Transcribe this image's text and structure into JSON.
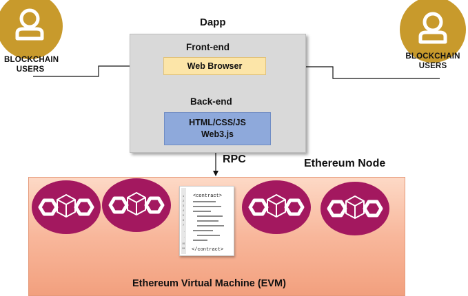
{
  "diagram": {
    "dapp_title": "Dapp",
    "frontend_label": "Front-end",
    "web_browser_label": "Web Browser",
    "backend_label": "Back-end",
    "backend_line1": "HTML/CSS/JS",
    "backend_line2": "Web3.js",
    "rpc_label": "RPC",
    "ethereum_node_label": "Ethereum Node",
    "evm_label": "Ethereum Virtual Machine (EVM)",
    "left_user": {
      "line1": "BLOCKCHAIN",
      "line2": "USERS"
    },
    "right_user": {
      "line1": "BLOCKCHAIN",
      "line2": "USERS"
    },
    "contract": {
      "open_tag": "<contract>",
      "close_tag": "</contract>",
      "line_numbers": [
        "1",
        "2",
        "3",
        "4",
        "5",
        "6",
        "7",
        ".",
        ".",
        "19",
        "20"
      ]
    }
  },
  "colors": {
    "user_circle": "#c89a2c",
    "web_browser_fill": "#fce5a8",
    "backend_fill": "#8ea9db",
    "dapp_fill": "#d9d9d9",
    "node_fill": "#a3185f",
    "evm_fill": "#f8b79b"
  },
  "icons": [
    "user-icon",
    "blockchain-node-icon",
    "contract-code-icon"
  ]
}
